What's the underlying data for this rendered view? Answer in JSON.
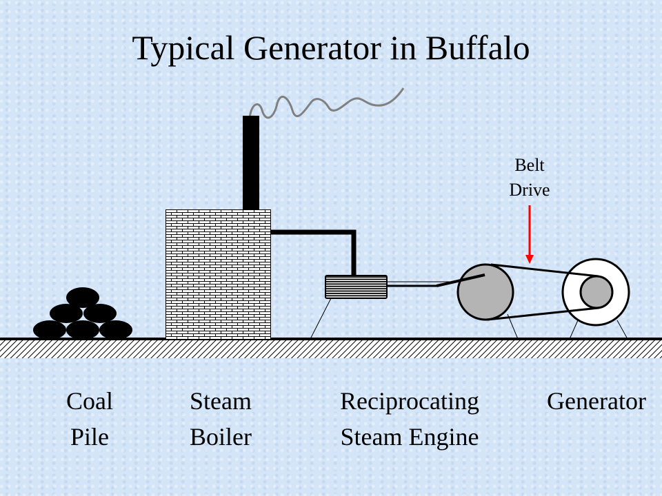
{
  "title": "Typical Generator in Buffalo",
  "annotation": {
    "line1": "Belt",
    "line2": "Drive",
    "arrow_color": "#ff0000"
  },
  "labels": [
    {
      "line1": "Coal",
      "line2": "Pile"
    },
    {
      "line1": "Steam",
      "line2": "Boiler"
    },
    {
      "line1": "Reciprocating",
      "line2": "Steam Engine"
    },
    {
      "line1": "Generator",
      "line2": ""
    }
  ],
  "colors": {
    "background": "#d4e5f7",
    "wheel_fill": "#b4b4b4",
    "smoke": "#808080"
  }
}
